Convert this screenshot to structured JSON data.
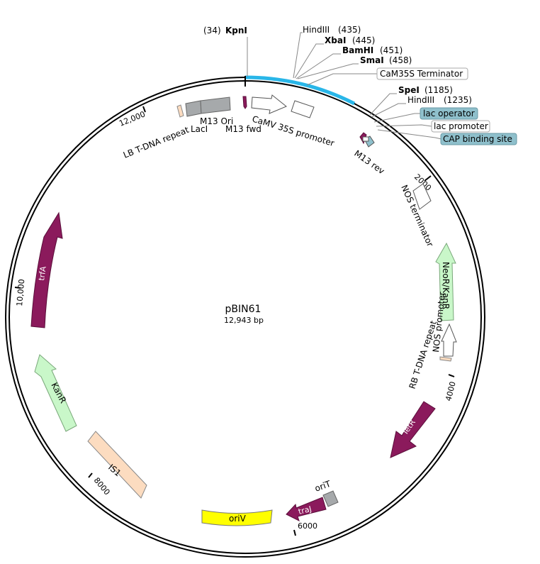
{
  "plasmid": {
    "name": "pBIN61",
    "length": "12,943 bp"
  },
  "ticks": [
    "2000",
    "4000",
    "6000",
    "8000",
    "10,000",
    "12,000"
  ],
  "sites": {
    "kpni": {
      "pos": "(34)",
      "name": "KpnI"
    },
    "hindiii1": {
      "name": "HindIII",
      "pos": "(435)"
    },
    "xbai": {
      "name": "XbaI",
      "pos": "(445)"
    },
    "bamhi": {
      "name": "BamHI",
      "pos": "(451)"
    },
    "smai": {
      "name": "SmaI",
      "pos": "(458)"
    },
    "spei": {
      "name": "SpeI",
      "pos": "(1185)"
    },
    "hindiii2": {
      "name": "HindIII",
      "pos": "(1235)"
    }
  },
  "callouts": {
    "cam35s_term": "CaM35S Terminator",
    "lac_operator": "lac operator",
    "lac_promoter": "lac promoter",
    "cap_site": "CAP binding site"
  },
  "features": {
    "m13_ori": "M13 Ori",
    "laci": "LacI",
    "lb_tdna": "LB T-DNA repeat",
    "m13_fwd": "M13 fwd",
    "camv35s": "CaMV 35S promoter",
    "m13_rev": "M13 rev",
    "nos_term": "NOS terminator",
    "neor": "NeoR/KanR",
    "nos_prom": "NOS promoter",
    "rb_tdna": "RB T-DNA repeat",
    "tetr": "TetR",
    "orit": "oriT",
    "traj": "traJ",
    "oriv": "oriV",
    "is1": "IS1",
    "kanr": "KanR",
    "trfa": "trfA"
  },
  "colors": {
    "backbone": "#000000",
    "mcs_highlight": "#29b6e8",
    "purple_feature": "#8b1a5c",
    "green_feature": "#c9f7c9",
    "grey_feature": "#a6a9ab",
    "orange_feature": "#fcdcc0",
    "yellow_feature": "#ffff00",
    "blue_callout": "#8fc0cc"
  }
}
